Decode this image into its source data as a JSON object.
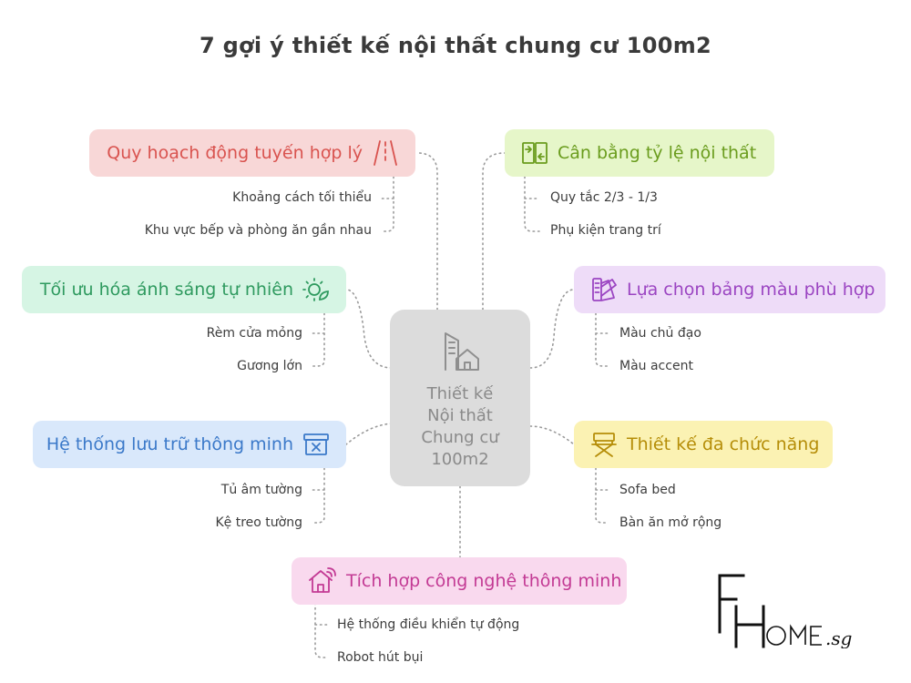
{
  "title": "7 gợi ý thiết kế nội thất chung cư 100m2",
  "center": {
    "lines": [
      "Thiết kế",
      "Nội thất",
      "Chung cư",
      "100m2"
    ],
    "icon": "building-house-icon"
  },
  "branches": [
    {
      "label": "Quy hoạch động tuyến hợp lý",
      "icon": "road-icon",
      "color": "#f8d7d7",
      "text_color": "#d9534f",
      "children": [
        "Khoảng cách tối thiểu",
        "Khu vực bếp và phòng ăn gần nhau"
      ]
    },
    {
      "label": "Tối ưu hóa ánh sáng tự nhiên",
      "icon": "sun-leaf-icon",
      "color": "#d6f5e4",
      "text_color": "#2f9a5f",
      "children": [
        "Rèm cửa mỏng",
        "Gương lớn"
      ]
    },
    {
      "label": "Hệ thống lưu trữ thông minh",
      "icon": "storage-box-icon",
      "color": "#d9e8fb",
      "text_color": "#3b79c9",
      "children": [
        "Tủ âm tường",
        "Kệ treo tường"
      ]
    },
    {
      "label": "Cân bằng tỷ lệ nội thất",
      "icon": "balance-icon",
      "color": "#e6f6c9",
      "text_color": "#6a9c1d",
      "children": [
        "Quy tắc 2/3 - 1/3",
        "Phụ kiện trang trí"
      ]
    },
    {
      "label": "Lựa chọn bảng màu phù hợp",
      "icon": "color-palette-icon",
      "color": "#eedcf8",
      "text_color": "#9b45c2",
      "children": [
        "Màu chủ đạo",
        "Màu accent"
      ]
    },
    {
      "label": "Thiết kế đa chức năng",
      "icon": "director-chair-icon",
      "color": "#fbf2b3",
      "text_color": "#b58d08",
      "children": [
        "Sofa bed",
        "Bàn ăn mở rộng"
      ]
    },
    {
      "label": "Tích hợp công nghệ thông minh",
      "icon": "smart-home-icon",
      "color": "#f9d9ee",
      "text_color": "#c33a94",
      "children": [
        "Hệ thống điều khiển tự động",
        "Robot hút bụi"
      ]
    }
  ],
  "logo": {
    "brand": "FHOME",
    "suffix": ".sg"
  }
}
